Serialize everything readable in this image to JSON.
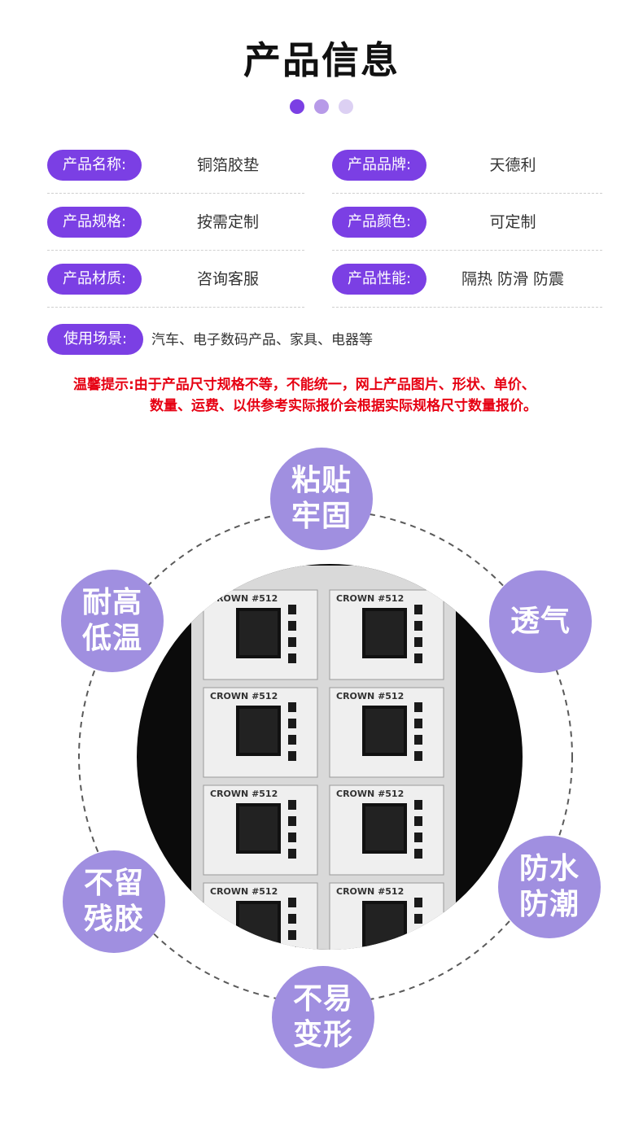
{
  "title": "产品信息",
  "colors": {
    "accent": "#7b3fe4",
    "accent_light": "#b79ae8",
    "accent_lighter": "#dcd0f3",
    "feature": "#a08fe0",
    "warning": "#e60012",
    "photo_bg": "#0b0b0b"
  },
  "specs": [
    {
      "label": "产品名称:",
      "value": "铜箔胶垫"
    },
    {
      "label": "产品品牌:",
      "value": "天德利"
    },
    {
      "label": "产品规格:",
      "value": "按需定制"
    },
    {
      "label": "产品颜色:",
      "value": "可定制"
    },
    {
      "label": "产品材质:",
      "value": "咨询客服"
    },
    {
      "label": "产品性能:",
      "value": "隔热 防滑 防震"
    }
  ],
  "usage": {
    "label": "使用场景:",
    "value": "汽车、电子数码产品、家具、电器等"
  },
  "notice": {
    "line1": "温馨提示:由于产品尺寸规格不等，不能统一，网上产品图片、形状、单价、",
    "line2": "数量、运费、以供参考实际报价会根据实际规格尺寸数量报价。"
  },
  "features": [
    {
      "line1": "粘贴",
      "line2": "牢固"
    },
    {
      "line1": "透气",
      "line2": ""
    },
    {
      "line1": "防水",
      "line2": "防潮"
    },
    {
      "line1": "不易",
      "line2": "变形"
    },
    {
      "line1": "不留",
      "line2": "残胶"
    },
    {
      "line1": "耐高",
      "line2": "低温"
    }
  ],
  "photo": {
    "print_text": "CROWN",
    "print_code": "#512"
  }
}
